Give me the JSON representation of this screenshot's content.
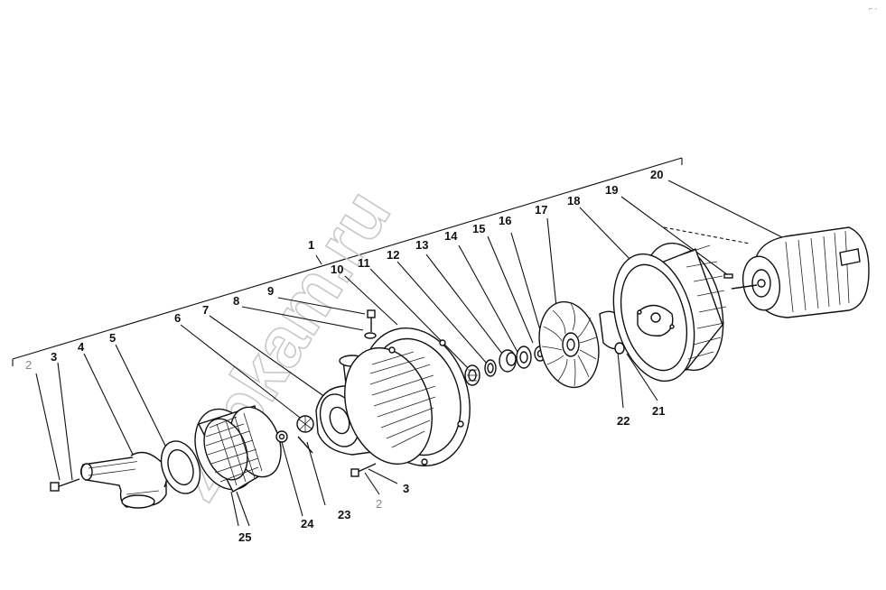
{
  "diagram": {
    "watermark": "zapkam.ru",
    "callouts": [
      {
        "id": "c1",
        "text": "1"
      },
      {
        "id": "c2a",
        "text": "2"
      },
      {
        "id": "c3a",
        "text": "3"
      },
      {
        "id": "c4",
        "text": "4"
      },
      {
        "id": "c5",
        "text": "5"
      },
      {
        "id": "c6",
        "text": "6"
      },
      {
        "id": "c7",
        "text": "7"
      },
      {
        "id": "c8",
        "text": "8"
      },
      {
        "id": "c9",
        "text": "9"
      },
      {
        "id": "c10",
        "text": "10"
      },
      {
        "id": "c11",
        "text": "11"
      },
      {
        "id": "c12",
        "text": "12"
      },
      {
        "id": "c13",
        "text": "13"
      },
      {
        "id": "c14",
        "text": "14"
      },
      {
        "id": "c15",
        "text": "15"
      },
      {
        "id": "c16",
        "text": "16"
      },
      {
        "id": "c17",
        "text": "17"
      },
      {
        "id": "c18",
        "text": "18"
      },
      {
        "id": "c19",
        "text": "19"
      },
      {
        "id": "c20",
        "text": "20"
      },
      {
        "id": "c21",
        "text": "21"
      },
      {
        "id": "c22",
        "text": "22"
      },
      {
        "id": "c23",
        "text": "23"
      },
      {
        "id": "c24",
        "text": "24"
      },
      {
        "id": "c25",
        "text": "25"
      },
      {
        "id": "c3b",
        "text": "3"
      },
      {
        "id": "c2b",
        "text": "2"
      }
    ]
  }
}
